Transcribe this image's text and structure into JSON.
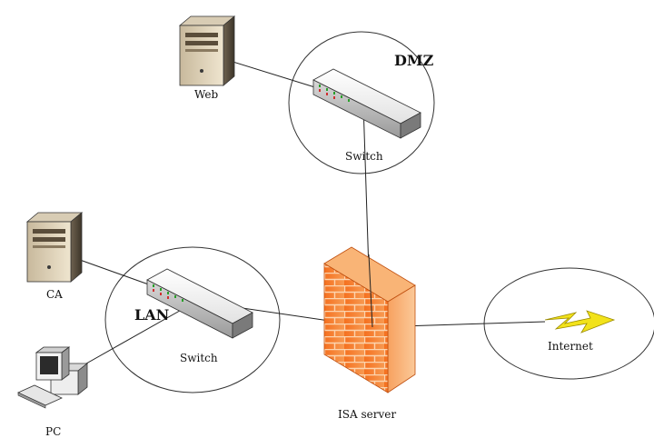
{
  "diagram": {
    "nodes": {
      "web": {
        "label": "Web",
        "icon": "server-icon"
      },
      "ca": {
        "label": "CA",
        "icon": "server-icon"
      },
      "pc": {
        "label": "PC",
        "icon": "desktop-computer-icon"
      },
      "switch_dmz": {
        "label": "Switch",
        "icon": "network-switch-icon"
      },
      "switch_lan": {
        "label": "Switch",
        "icon": "network-switch-icon"
      },
      "firewall": {
        "label": "ISA server",
        "icon": "firewall-brick-wall-icon"
      },
      "internet": {
        "label": "Internet",
        "icon": "lightning-bolt-icon"
      }
    },
    "zones": {
      "dmz": {
        "label": "DMZ"
      },
      "lan": {
        "label": "LAN"
      }
    },
    "connections": [
      {
        "from": "Web",
        "to": "Switch (DMZ)"
      },
      {
        "from": "CA",
        "to": "Switch (LAN)"
      },
      {
        "from": "PC",
        "to": "Switch (LAN)"
      },
      {
        "from": "Switch (DMZ)",
        "to": "ISA server"
      },
      {
        "from": "Switch (LAN)",
        "to": "ISA server"
      },
      {
        "from": "ISA server",
        "to": "Internet"
      }
    ],
    "colors": {
      "line": "#222222",
      "firewall_brick": "#f47a2c",
      "firewall_mortar": "#fbd0a8",
      "lightning": "#f2e21a",
      "switch_body": "#f3f3f3"
    }
  }
}
